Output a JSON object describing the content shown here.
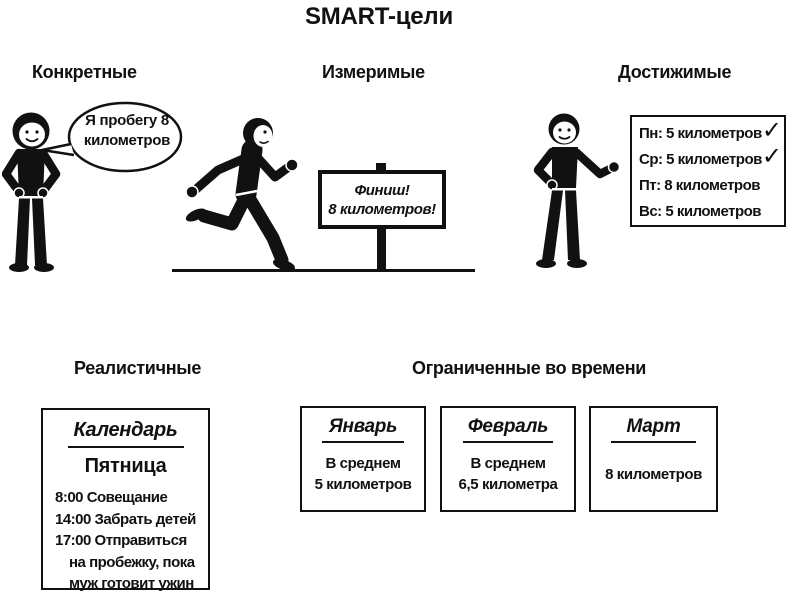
{
  "page": {
    "background": "#ffffff",
    "ink": "#111111"
  },
  "title": "SMART-цели",
  "sections": {
    "specific": {
      "label": "Конкретные",
      "speech_bubble": "Я пробегу 8 километров"
    },
    "measurable": {
      "label": "Измеримые",
      "sign": {
        "line1": "Финиш!",
        "line2": "8 километров!"
      }
    },
    "achievable": {
      "label": "Достижимые",
      "check_glyph": "✓",
      "checklist": [
        {
          "text": "Пн: 5 километров",
          "checked": true
        },
        {
          "text": "Ср: 5 километров",
          "checked": true
        },
        {
          "text": "Пт: 8 километров",
          "checked": false
        },
        {
          "text": "Вс: 5 километров",
          "checked": false
        }
      ]
    },
    "realistic": {
      "label": "Реалистичные",
      "calendar": {
        "title": "Календарь",
        "day": "Пятница",
        "entries": [
          "8:00 Совещание",
          "14:00 Забрать детей",
          "17:00 Отправиться",
          "на пробежку, пока",
          "муж готовит ужин"
        ]
      }
    },
    "timebound": {
      "label": "Ограниченные во времени",
      "months": [
        {
          "name": "Январь",
          "lines": [
            "В среднем",
            "5 километров"
          ]
        },
        {
          "name": "Февраль",
          "lines": [
            "В среднем",
            "6,5 километра"
          ]
        },
        {
          "name": "Март",
          "lines": [
            "8 километров"
          ]
        }
      ]
    }
  }
}
